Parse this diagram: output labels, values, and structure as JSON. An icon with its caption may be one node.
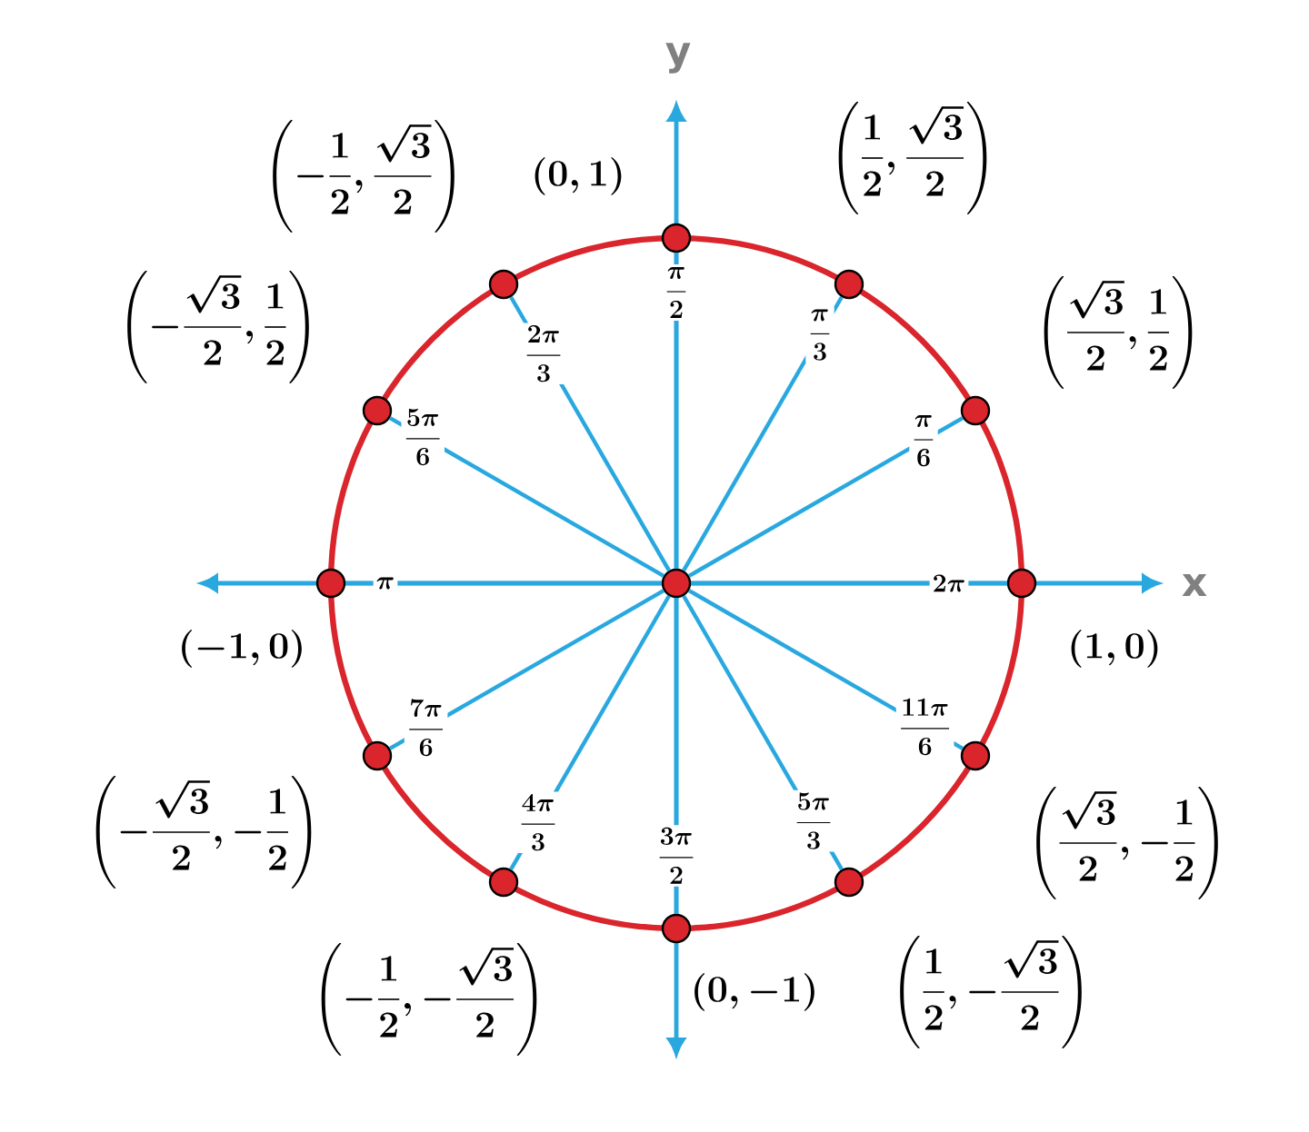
{
  "diagram": {
    "nodes": [
      {
        "text": [],
        "shape": "circle",
        "beside": [
          "\\left(1,0\\right)"
        ]
      },
      {
        "text": [],
        "shape": "circle",
        "beside": [
          "\\left(\\frac{\\sqrt{3}}{2},\\frac{1}{2}\\right)"
        ]
      },
      {
        "text": [],
        "shape": "circle",
        "beside": [
          "\\left(\\frac{1}{2},\\frac{\\sqrt{3}}{2}\\right)"
        ]
      },
      {
        "text": [],
        "shape": "circle",
        "beside": [
          "\\left(0,1\\right)"
        ]
      },
      {
        "text": [],
        "shape": "circle",
        "beside": [
          "\\left(-\\frac{1}{2},\\frac{\\sqrt{3}}{2}\\right)"
        ]
      },
      {
        "text": [],
        "shape": "circle",
        "beside": [
          "\\left(-\\frac{\\sqrt{3}}{2},\\frac{1}{2}\\right)"
        ]
      },
      {
        "text": [],
        "shape": "circle",
        "beside": [
          "\\left(-1,0\\right)"
        ]
      },
      {
        "text": [],
        "shape": "circle",
        "beside": [
          "\\left(-\\frac{\\sqrt{3}}{2},-\\frac{1}{2}\\right)"
        ]
      },
      {
        "text": [],
        "shape": "circle",
        "beside": [
          "\\left(-\\frac{1}{2},-\\frac{\\sqrt{3}}{2}\\right)"
        ]
      },
      {
        "text": [],
        "shape": "circle",
        "beside": [
          "\\left(0,-1\\right)"
        ]
      },
      {
        "text": [],
        "shape": "circle",
        "beside": [
          "\\left(\\frac{1}{2},-\\frac{\\sqrt{3}}{2}\\right)"
        ]
      },
      {
        "text": [],
        "shape": "circle",
        "beside": [
          "\\left(\\frac{\\sqrt{3}}{2},-\\frac{1}{2}\\right)"
        ]
      },
      {
        "text": [],
        "shape": "circle"
      }
    ],
    "edges": [
      {
        "from": 12,
        "to": 0,
        "arrow": "none",
        "label": "2\\pi"
      },
      {
        "from": 12,
        "to": 1,
        "arrow": "none",
        "label": "\\frac{\\pi}{6}"
      },
      {
        "from": 12,
        "to": 2,
        "arrow": "none",
        "label": "\\frac{\\pi}{3}"
      },
      {
        "from": 12,
        "to": 3,
        "arrow": "none",
        "label": "\\frac{\\pi}{2}"
      },
      {
        "from": 12,
        "to": 4,
        "arrow": "none",
        "label": "\\frac{2\\pi}{3}"
      },
      {
        "from": 12,
        "to": 5,
        "arrow": "none",
        "label": "\\frac{5\\pi}{6}"
      },
      {
        "from": 12,
        "to": 6,
        "arrow": "none",
        "label": "\\pi"
      },
      {
        "from": 12,
        "to": 7,
        "arrow": "none",
        "label": "\\frac{7\\pi}{6}"
      },
      {
        "from": 12,
        "to": 8,
        "arrow": "none",
        "label": "\\frac{4\\pi}{3}"
      },
      {
        "from": 12,
        "to": 9,
        "arrow": "none",
        "label": "\\frac{3\\pi}{2}"
      },
      {
        "from": 12,
        "to": 10,
        "arrow": "none",
        "label": "\\frac{5\\pi}{3}"
      },
      {
        "from": 12,
        "to": 11,
        "arrow": "none",
        "label": "\\frac{11\\pi}{6}"
      }
    ],
    "labels": [
      "y",
      "x"
    ]
  }
}
